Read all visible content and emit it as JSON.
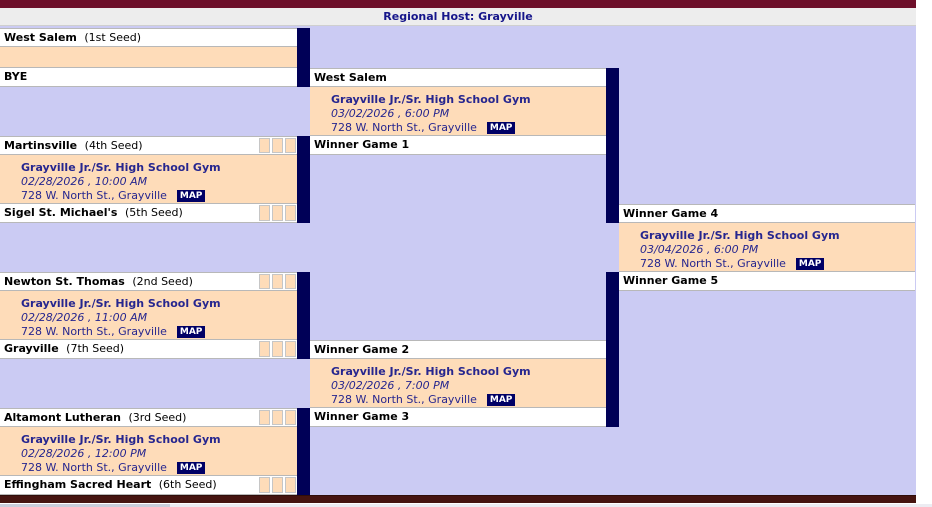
{
  "header": {
    "title": "Regional Host: Grayville"
  },
  "colors": {
    "banner_maroon": "#6d0f2a",
    "footer_maroon": "#451410",
    "background_lavender": "#cbcbf3",
    "game_box_peach": "#fedcb9",
    "connector_navy": "#000057",
    "game_text_navy": "#26268f",
    "map_badge_navy": "#000066"
  },
  "teams": {
    "r1a": {
      "name": "West Salem",
      "seed": "(1st Seed)"
    },
    "r1b": {
      "name": "BYE",
      "seed": ""
    },
    "r1c": {
      "name": "Martinsville",
      "seed": "(4th Seed)"
    },
    "r1d": {
      "name": "Sigel St. Michael's",
      "seed": "(5th Seed)"
    },
    "r1e": {
      "name": "Newton St. Thomas",
      "seed": "(2nd Seed)"
    },
    "r1f": {
      "name": "Grayville",
      "seed": "(7th Seed)"
    },
    "r1g": {
      "name": "Altamont Lutheran",
      "seed": "(3rd Seed)"
    },
    "r1h": {
      "name": "Effingham Sacred Heart",
      "seed": "(6th Seed)"
    },
    "r2a": {
      "name": "West Salem"
    },
    "r2b": {
      "name": "Winner Game 1"
    },
    "r2c": {
      "name": "Winner Game 2"
    },
    "r2d": {
      "name": "Winner Game 3"
    },
    "r3a": {
      "name": "Winner Game 4"
    },
    "r3b": {
      "name": "Winner Game 5"
    }
  },
  "games": {
    "g1": {
      "venue": "Grayville Jr./Sr. High School Gym",
      "datetime": "02/28/2026 , 10:00 AM",
      "address": "728 W. North St., Grayville",
      "map": "MAP"
    },
    "g2": {
      "venue": "Grayville Jr./Sr. High School Gym",
      "datetime": "02/28/2026 , 11:00 AM",
      "address": "728 W. North St., Grayville",
      "map": "MAP"
    },
    "g3": {
      "venue": "Grayville Jr./Sr. High School Gym",
      "datetime": "02/28/2026 , 12:00 PM",
      "address": "728 W. North St., Grayville",
      "map": "MAP"
    },
    "g4": {
      "venue": "Grayville Jr./Sr. High School Gym",
      "datetime": "03/02/2026 , 6:00 PM",
      "address": "728 W. North St., Grayville",
      "map": "MAP"
    },
    "g5": {
      "venue": "Grayville Jr./Sr. High School Gym",
      "datetime": "03/02/2026 , 7:00 PM",
      "address": "728 W. North St., Grayville",
      "map": "MAP"
    },
    "final": {
      "venue": "Grayville Jr./Sr. High School Gym",
      "datetime": "03/04/2026 , 6:00 PM",
      "address": "728 W. North St., Grayville",
      "map": "MAP"
    }
  }
}
